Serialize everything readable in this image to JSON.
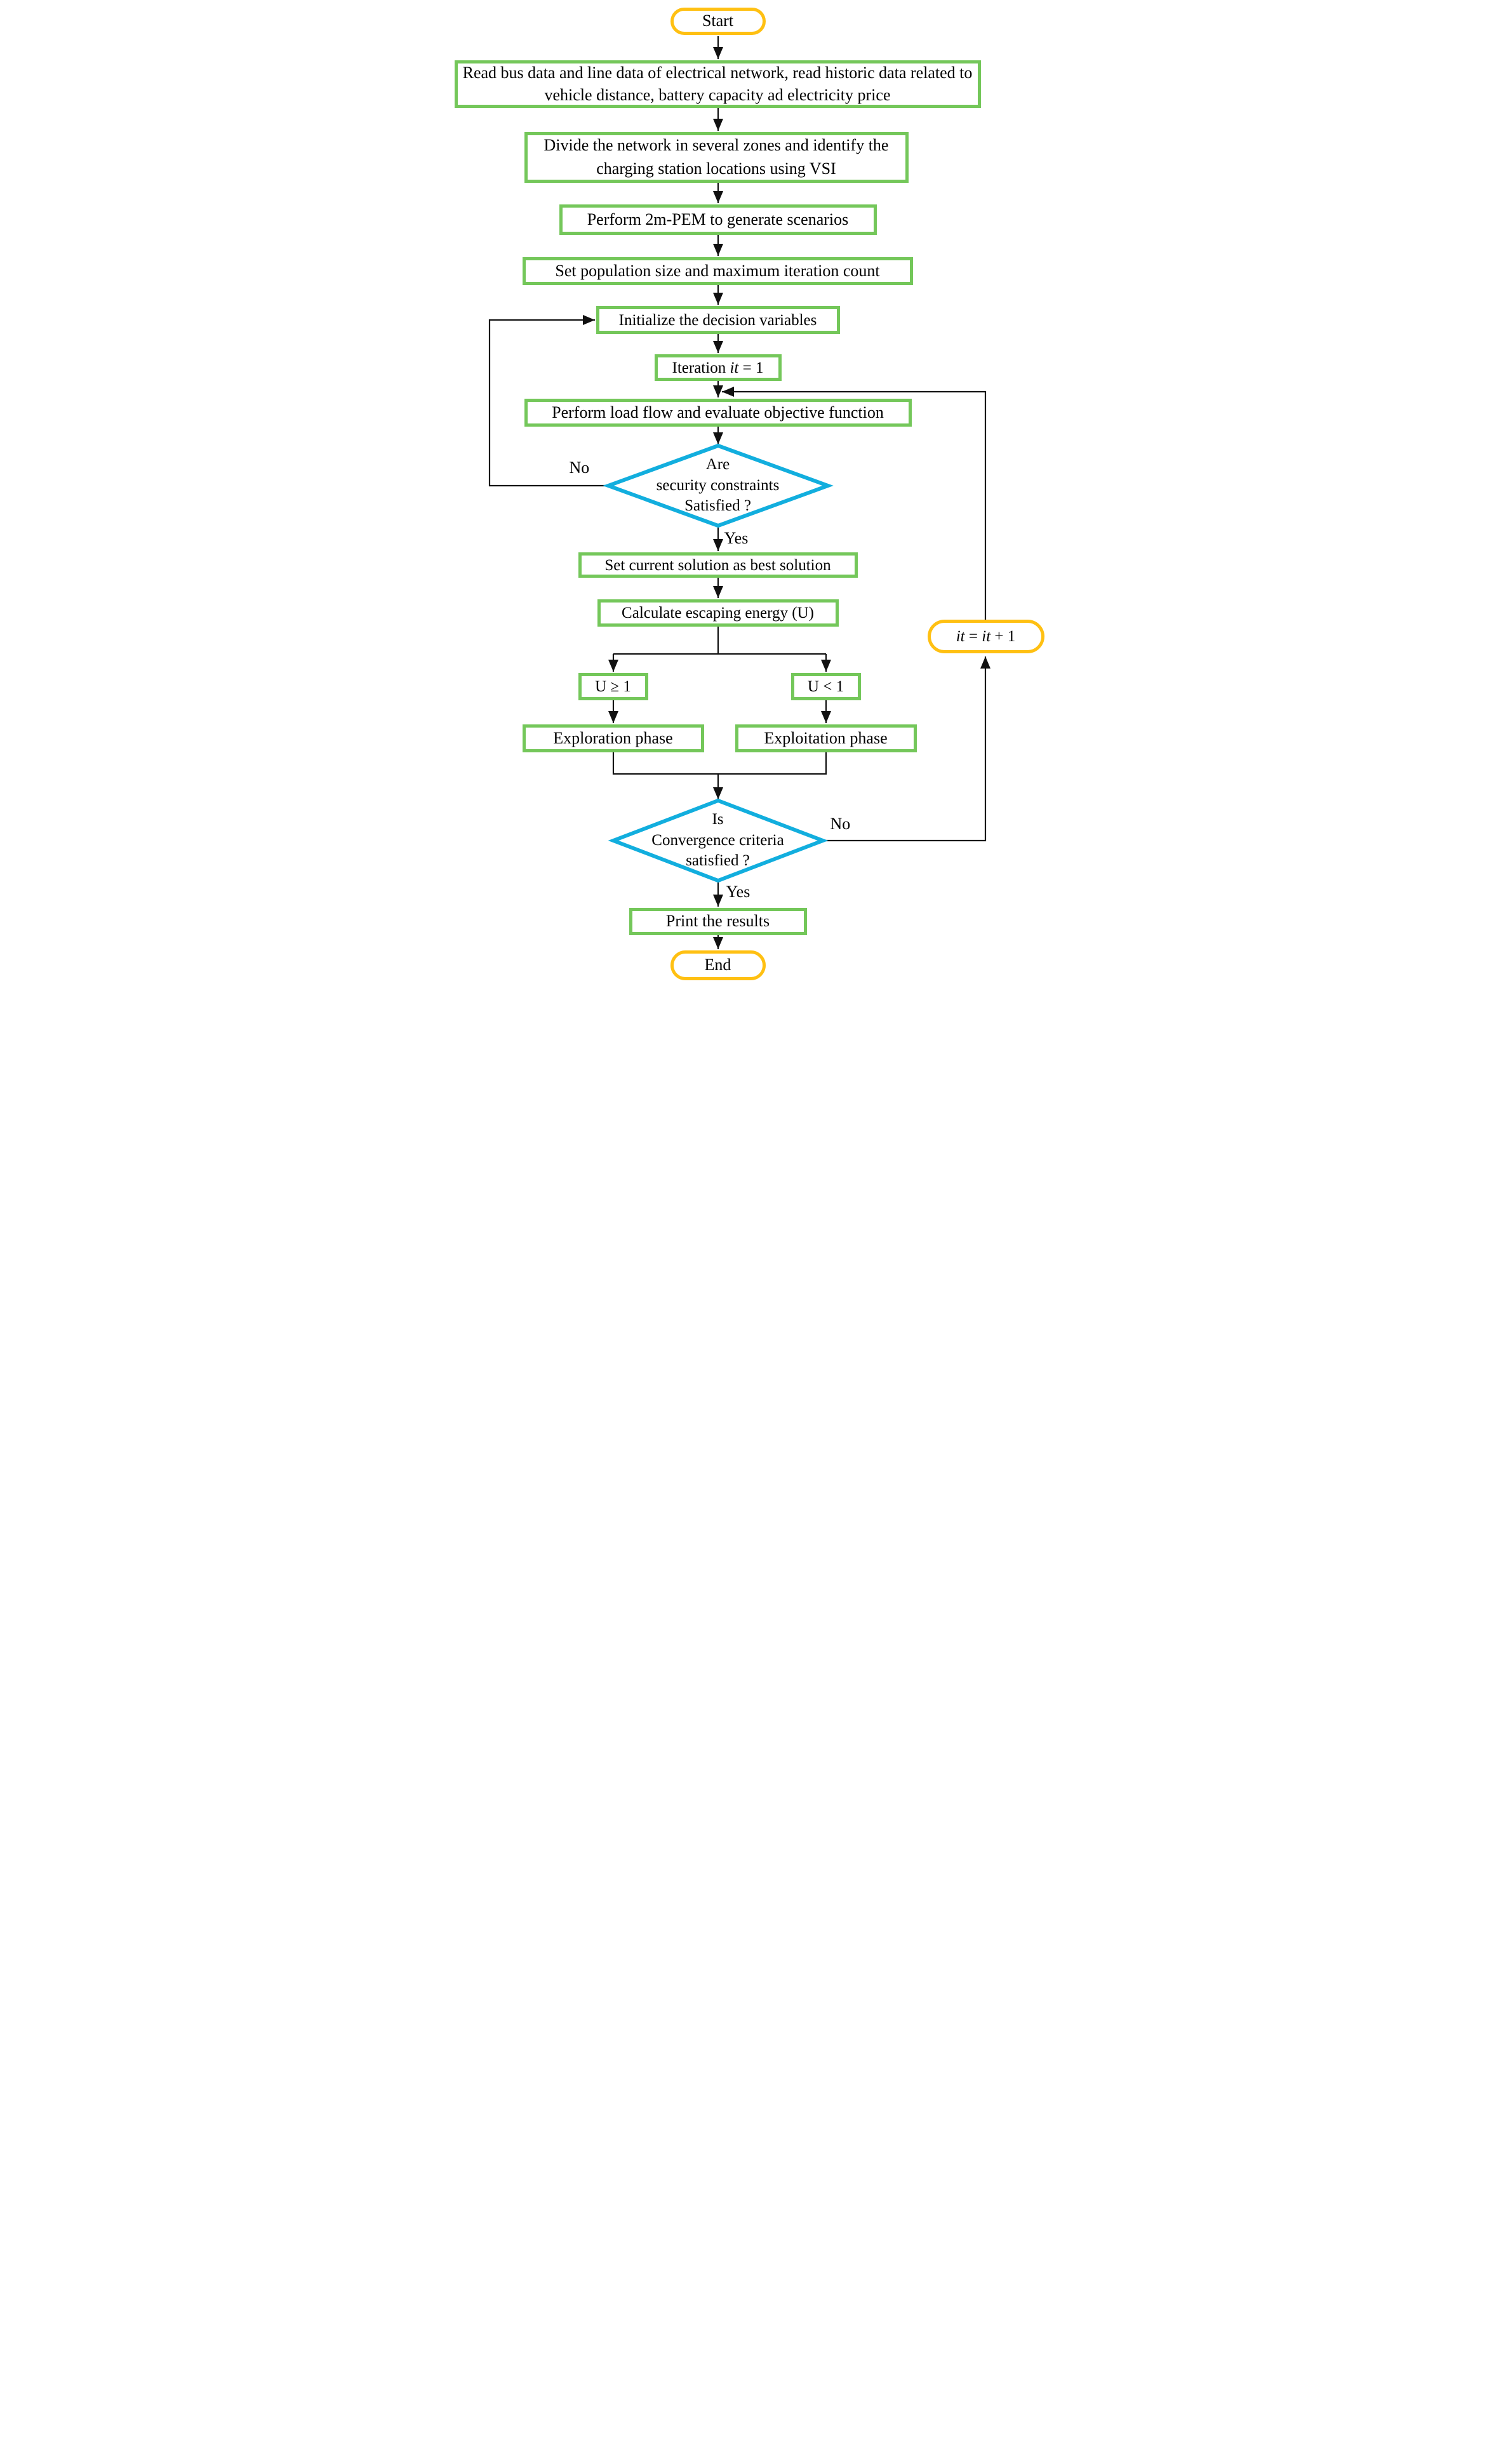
{
  "colors": {
    "process_border": "#74C75A",
    "decision_border": "#12AEDE",
    "terminal_border": "#FFC012",
    "arrow": "#111111",
    "text": "#000000"
  },
  "diagram": {
    "nodes": {
      "start": {
        "label": "Start"
      },
      "read_data": {
        "label": "Read bus data and line data of electrical network, read historic data related to vehicle distance, battery capacity ad electricity price"
      },
      "divide_network": {
        "label": "Divide the network in several zones and identify the charging station locations using VSI"
      },
      "perform_2m_pem": {
        "label": "Perform 2m-PEM to generate scenarios"
      },
      "set_population": {
        "label": "Set population size and maximum iteration count"
      },
      "initialize_variables": {
        "label": "Initialize the decision variables"
      },
      "iteration_init": {
        "parts": [
          "Iteration ",
          "it",
          " = 1"
        ]
      },
      "load_flow": {
        "label": "Perform load flow and evaluate objective function"
      },
      "security_check": {
        "lines": [
          "Are",
          "security constraints",
          "Satisfied ?"
        ]
      },
      "set_best_solution": {
        "label": "Set current solution as best solution"
      },
      "escaping_energy": {
        "label": "Calculate escaping energy (U)"
      },
      "u_ge_1": {
        "label": "U ≥ 1"
      },
      "u_lt_1": {
        "label": "U < 1"
      },
      "exploration": {
        "label": "Exploration phase"
      },
      "exploitation": {
        "label": "Exploitation phase"
      },
      "iteration_increment": {
        "parts": [
          "it",
          " = ",
          "it",
          " + 1"
        ]
      },
      "convergence_check": {
        "lines": [
          "Is",
          "Convergence criteria",
          "satisfied ?"
        ]
      },
      "print_results": {
        "label": "Print the results"
      },
      "end": {
        "label": "End"
      }
    },
    "edge_labels": {
      "security_no": "No",
      "security_yes": "Yes",
      "convergence_no": "No",
      "convergence_yes": "Yes"
    }
  }
}
